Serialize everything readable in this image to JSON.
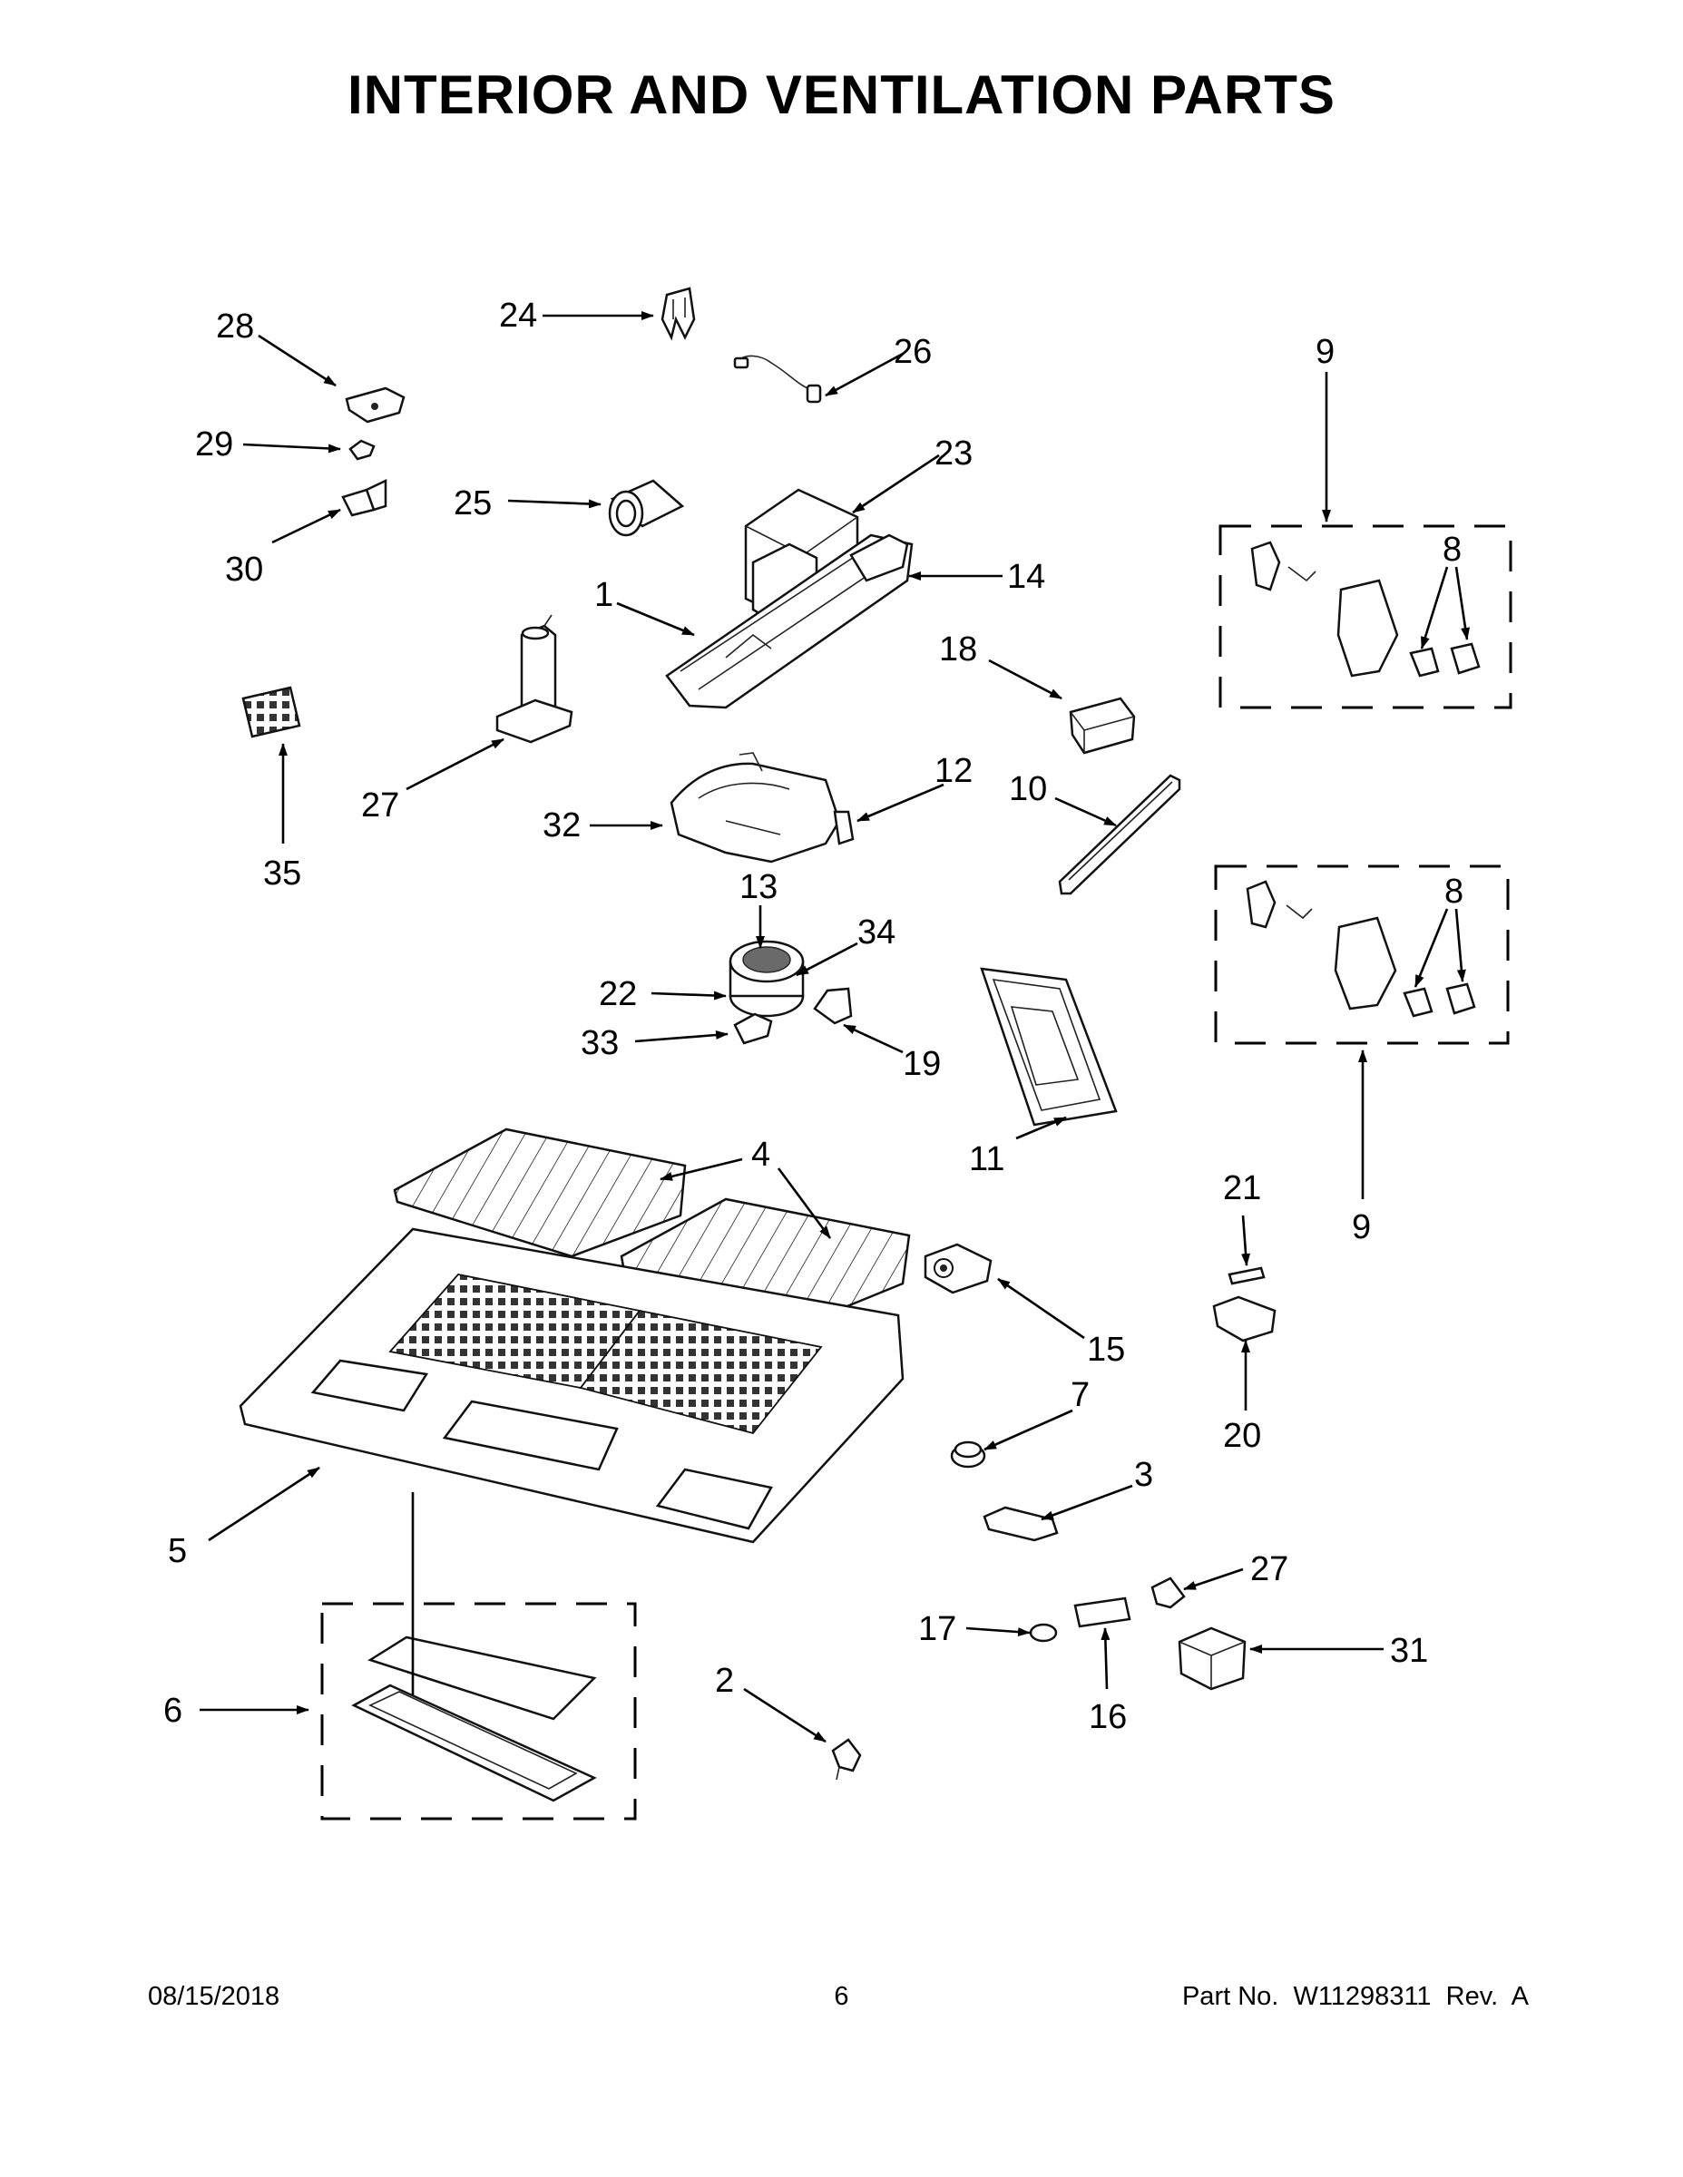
{
  "title": "INTERIOR AND VENTILATION PARTS",
  "callouts": {
    "c1": "1",
    "c2": "2",
    "c3": "3",
    "c4": "4",
    "c5": "5",
    "c6": "6",
    "c7": "7",
    "c8": "8",
    "c9": "9",
    "c10": "10",
    "c11": "11",
    "c12": "12",
    "c13": "13",
    "c14": "14",
    "c15": "15",
    "c16": "16",
    "c17": "17",
    "c18": "18",
    "c19": "19",
    "c20": "20",
    "c21": "21",
    "c22": "22",
    "c23": "23",
    "c24": "24",
    "c25": "25",
    "c26": "26",
    "c27": "27",
    "c28": "28",
    "c29": "29",
    "c30": "30",
    "c31": "31",
    "c32": "32",
    "c33": "33",
    "c34": "34",
    "c35": "35"
  },
  "footer": {
    "date": "08/15/2018",
    "page": "6",
    "part_no": "Part No.  W11298311  Rev.  A"
  }
}
